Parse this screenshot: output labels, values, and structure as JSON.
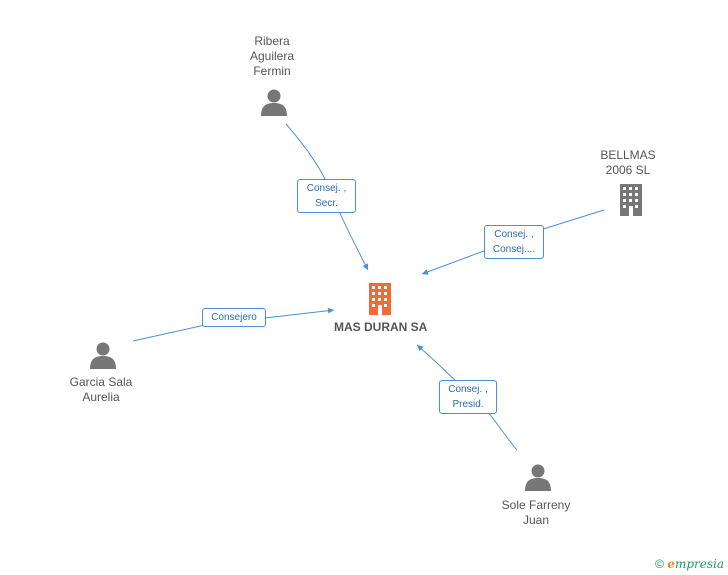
{
  "company": {
    "name": "MAS DURAN SA"
  },
  "nodes": {
    "ribera": {
      "line1": "Ribera",
      "line2": "Aguilera",
      "line3": "Fermin"
    },
    "bellmas": {
      "line1": "BELLMAS",
      "line2": "2006  SL"
    },
    "garcia": {
      "line1": "Garcia Sala",
      "line2": "Aurelia"
    },
    "sole": {
      "line1": "Sole Farreny",
      "line2": "Juan"
    }
  },
  "edges": {
    "ribera": {
      "line1": "Consej. ,",
      "line2": "Secr."
    },
    "bellmas": {
      "line1": "Consej. ,",
      "line2": "Consej...."
    },
    "garcia": {
      "line1": "Consejero"
    },
    "sole": {
      "line1": "Consej. ,",
      "line2": "Presid."
    }
  },
  "brand": {
    "copyright": "©",
    "e": "e",
    "rest": "mpresia"
  },
  "colors": {
    "edge": "#4a8fd8",
    "company": "#f26a3a",
    "person": "#777777",
    "building": "#777777"
  }
}
